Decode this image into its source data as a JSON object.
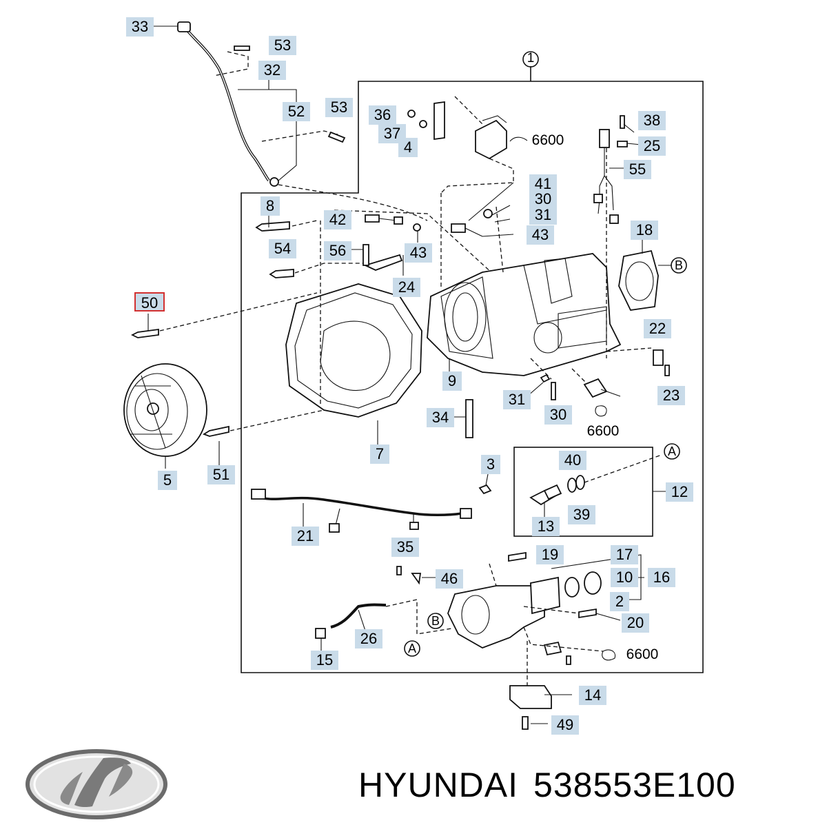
{
  "brand": {
    "name": "HYUNDAI",
    "part_number": "538553E100",
    "logo_icon": "hyundai-logo-icon"
  },
  "colors": {
    "label_fill": "#c9dbe9",
    "highlight_border": "#d23030",
    "line": "#111111"
  },
  "callouts": {
    "assembly": "1",
    "highlighted": "50",
    "sections": [
      "A",
      "B"
    ]
  },
  "labels": [
    {
      "text": "33",
      "highlight": false
    },
    {
      "text": "53",
      "highlight": false
    },
    {
      "text": "32",
      "highlight": false
    },
    {
      "text": "52",
      "highlight": false
    },
    {
      "text": "53",
      "highlight": false
    },
    {
      "text": "36",
      "highlight": false
    },
    {
      "text": "37",
      "highlight": false
    },
    {
      "text": "4",
      "highlight": false
    },
    {
      "text": "6600",
      "highlight": false
    },
    {
      "text": "38",
      "highlight": false
    },
    {
      "text": "25",
      "highlight": false
    },
    {
      "text": "55",
      "highlight": false
    },
    {
      "text": "41",
      "highlight": false
    },
    {
      "text": "30",
      "highlight": false
    },
    {
      "text": "31",
      "highlight": false
    },
    {
      "text": "43",
      "highlight": false
    },
    {
      "text": "8",
      "highlight": false
    },
    {
      "text": "42",
      "highlight": false
    },
    {
      "text": "54",
      "highlight": false
    },
    {
      "text": "56",
      "highlight": false
    },
    {
      "text": "43",
      "highlight": false
    },
    {
      "text": "18",
      "highlight": false
    },
    {
      "text": "24",
      "highlight": false
    },
    {
      "text": "50",
      "highlight": true
    },
    {
      "text": "22",
      "highlight": false
    },
    {
      "text": "9",
      "highlight": false
    },
    {
      "text": "23",
      "highlight": false
    },
    {
      "text": "31",
      "highlight": false
    },
    {
      "text": "34",
      "highlight": false
    },
    {
      "text": "30",
      "highlight": false
    },
    {
      "text": "6600",
      "highlight": false
    },
    {
      "text": "7",
      "highlight": false
    },
    {
      "text": "51",
      "highlight": false
    },
    {
      "text": "5",
      "highlight": false
    },
    {
      "text": "3",
      "highlight": false
    },
    {
      "text": "40",
      "highlight": false
    },
    {
      "text": "12",
      "highlight": false
    },
    {
      "text": "39",
      "highlight": false
    },
    {
      "text": "13",
      "highlight": false
    },
    {
      "text": "21",
      "highlight": false
    },
    {
      "text": "35",
      "highlight": false
    },
    {
      "text": "19",
      "highlight": false
    },
    {
      "text": "17",
      "highlight": false
    },
    {
      "text": "46",
      "highlight": false
    },
    {
      "text": "10",
      "highlight": false
    },
    {
      "text": "16",
      "highlight": false
    },
    {
      "text": "2",
      "highlight": false
    },
    {
      "text": "20",
      "highlight": false
    },
    {
      "text": "26",
      "highlight": false
    },
    {
      "text": "15",
      "highlight": false
    },
    {
      "text": "6600",
      "highlight": false
    },
    {
      "text": "14",
      "highlight": false
    },
    {
      "text": "49",
      "highlight": false
    }
  ]
}
